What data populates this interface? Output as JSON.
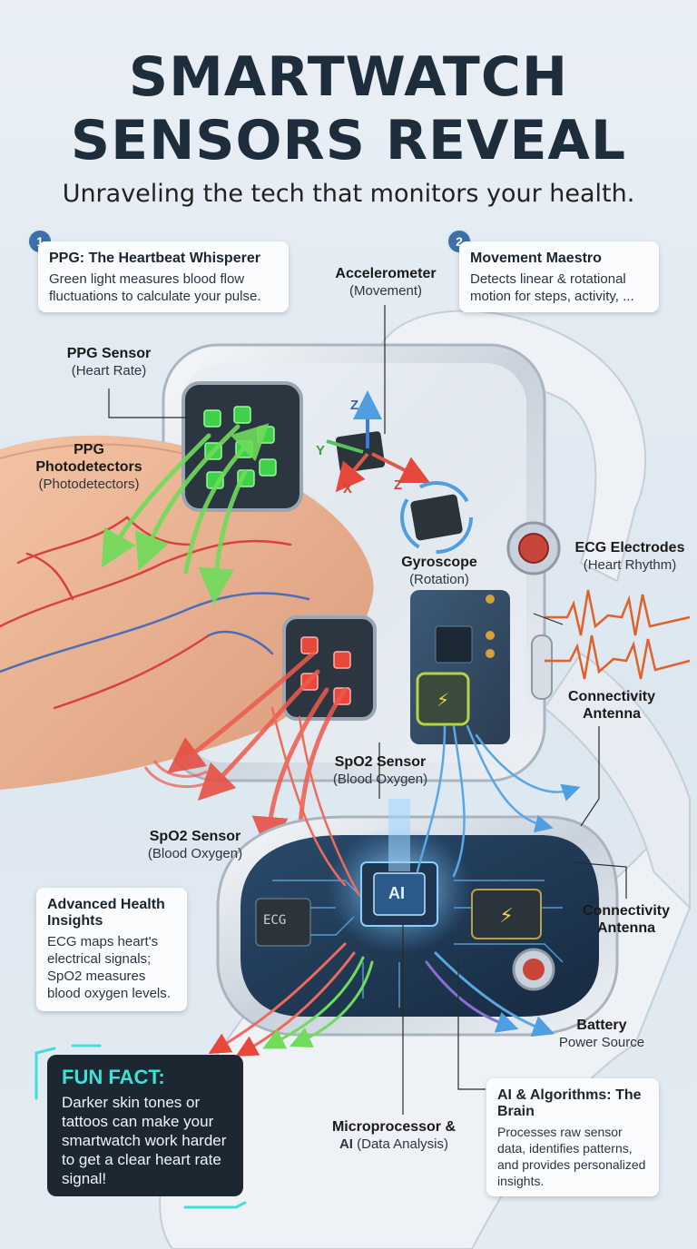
{
  "header": {
    "title_line1": "SMARTWATCH",
    "title_line2": "SENSORS REVEAL",
    "subtitle": "Unraveling the tech that monitors your health."
  },
  "cards": {
    "ppg": {
      "number": "1",
      "title": "PPG: The Heartbeat Whisperer",
      "text": "Green light measures blood flow fluctuations to calculate your pulse."
    },
    "movement": {
      "number": "2",
      "title": "Movement Maestro",
      "text": "Detects linear & rotational motion for steps, activity, ..."
    },
    "advanced": {
      "title": "Advanced Health Insights",
      "text": "ECG maps heart's electrical signals; SpO2 measures blood oxygen levels."
    },
    "ai": {
      "title": "AI & Algorithms: The Brain",
      "text": "Processes raw sensor data, identifies patterns, and provides personalized insights."
    },
    "fun_fact": {
      "title": "FUN FACT:",
      "text": "Darker skin tones or tattoos can make your smartwatch work harder to get a clear heart rate signal!"
    }
  },
  "labels": {
    "accelerometer": {
      "name": "Accelerometer",
      "desc": "(Movement)"
    },
    "ppg_sensor": {
      "name": "PPG Sensor",
      "desc": "(Heart Rate)"
    },
    "ppg_photodetectors": {
      "name": "PPG Photodetectors",
      "desc": "(Photodetectors)"
    },
    "gyroscope": {
      "name": "Gyroscope",
      "desc": "(Rotation)"
    },
    "ecg": {
      "name": "ECG Electrodes",
      "desc": "(Heart Rhythm)"
    },
    "connectivity_top": {
      "name": "Connectivity Antenna"
    },
    "spo2_center": {
      "name": "SpO2 Sensor",
      "desc": "(Blood Oxygen)"
    },
    "spo2_left": {
      "name": "SpO2 Sensor",
      "desc": "(Blood Oxygen)"
    },
    "connectivity_bottom": {
      "name": "Connectivity Antenna"
    },
    "battery": {
      "name": "Battery",
      "desc": "Power Source"
    },
    "microprocessor": {
      "name": "Microprocessor &",
      "name2": "AI",
      "desc": "(Data Analysis)"
    }
  },
  "chip_labels": {
    "ecg": "ECG",
    "ai": "AI",
    "axis_x": "X",
    "axis_y": "Y",
    "axis_z": "Z",
    "axis_z2": "Z"
  },
  "colors": {
    "green_light": "#3fd14a",
    "red_light": "#e8483c",
    "signal_blue": "#4f9ee0",
    "fun_fact_accent": "#3ee0d8",
    "number_badge": "#3d6fa8"
  }
}
